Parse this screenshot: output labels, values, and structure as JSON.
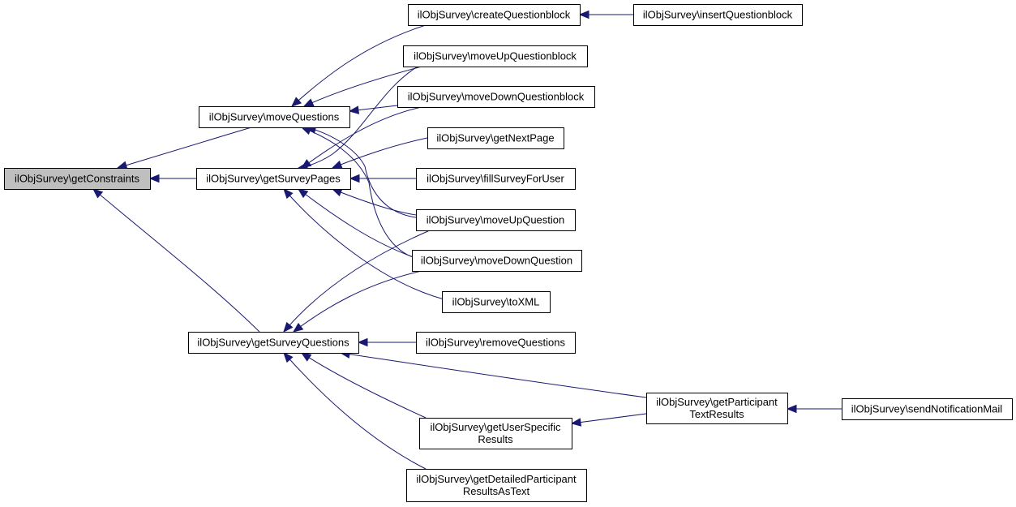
{
  "colors": {
    "edge": "#191970",
    "root_fill": "#bfbfbf",
    "node_fill": "#ffffff",
    "border": "#000000"
  },
  "nodes": {
    "getConstraints": {
      "lines": [
        "ilObjSurvey\\getConstraints"
      ],
      "root": true
    },
    "moveQuestions": {
      "lines": [
        "ilObjSurvey\\moveQuestions"
      ]
    },
    "getSurveyPages": {
      "lines": [
        "ilObjSurvey\\getSurveyPages"
      ]
    },
    "getSurveyQuestions": {
      "lines": [
        "ilObjSurvey\\getSurveyQuestions"
      ]
    },
    "createQuestionblock": {
      "lines": [
        "ilObjSurvey\\createQuestionblock"
      ]
    },
    "insertQuestionblock": {
      "lines": [
        "ilObjSurvey\\insertQuestionblock"
      ]
    },
    "moveUpQuestionblock": {
      "lines": [
        "ilObjSurvey\\moveUpQuestionblock"
      ]
    },
    "moveDownQuestionblock": {
      "lines": [
        "ilObjSurvey\\moveDownQuestionblock"
      ]
    },
    "getNextPage": {
      "lines": [
        "ilObjSurvey\\getNextPage"
      ]
    },
    "fillSurveyForUser": {
      "lines": [
        "ilObjSurvey\\fillSurveyForUser"
      ]
    },
    "moveUpQuestion": {
      "lines": [
        "ilObjSurvey\\moveUpQuestion"
      ]
    },
    "moveDownQuestion": {
      "lines": [
        "ilObjSurvey\\moveDownQuestion"
      ]
    },
    "toXML": {
      "lines": [
        "ilObjSurvey\\toXML"
      ]
    },
    "removeQuestions": {
      "lines": [
        "ilObjSurvey\\removeQuestions"
      ]
    },
    "getParticipantTextResults": {
      "lines": [
        "ilObjSurvey\\getParticipant",
        "TextResults"
      ]
    },
    "sendNotificationMail": {
      "lines": [
        "ilObjSurvey\\sendNotificationMail"
      ]
    },
    "getUserSpecificResults": {
      "lines": [
        "ilObjSurvey\\getUserSpecific",
        "Results"
      ]
    },
    "getDetailedParticipantResultsAsText": {
      "lines": [
        "ilObjSurvey\\getDetailedParticipant",
        "ResultsAsText"
      ]
    }
  },
  "edges": [
    {
      "from": "moveQuestions",
      "to": "getConstraints"
    },
    {
      "from": "getSurveyPages",
      "to": "getConstraints"
    },
    {
      "from": "getSurveyQuestions",
      "to": "getConstraints"
    },
    {
      "from": "createQuestionblock",
      "to": "moveQuestions"
    },
    {
      "from": "moveUpQuestionblock",
      "to": "moveQuestions"
    },
    {
      "from": "moveDownQuestionblock",
      "to": "moveQuestions"
    },
    {
      "from": "moveUpQuestion",
      "to": "moveQuestions"
    },
    {
      "from": "moveDownQuestion",
      "to": "moveQuestions"
    },
    {
      "from": "insertQuestionblock",
      "to": "createQuestionblock"
    },
    {
      "from": "moveUpQuestionblock",
      "to": "getSurveyPages"
    },
    {
      "from": "moveDownQuestionblock",
      "to": "getSurveyPages"
    },
    {
      "from": "getNextPage",
      "to": "getSurveyPages"
    },
    {
      "from": "fillSurveyForUser",
      "to": "getSurveyPages"
    },
    {
      "from": "moveUpQuestion",
      "to": "getSurveyPages"
    },
    {
      "from": "moveDownQuestion",
      "to": "getSurveyPages"
    },
    {
      "from": "toXML",
      "to": "getSurveyPages"
    },
    {
      "from": "moveUpQuestion",
      "to": "getSurveyQuestions"
    },
    {
      "from": "moveDownQuestion",
      "to": "getSurveyQuestions"
    },
    {
      "from": "removeQuestions",
      "to": "getSurveyQuestions"
    },
    {
      "from": "getParticipantTextResults",
      "to": "getSurveyQuestions"
    },
    {
      "from": "getUserSpecificResults",
      "to": "getSurveyQuestions"
    },
    {
      "from": "getDetailedParticipantResultsAsText",
      "to": "getSurveyQuestions"
    },
    {
      "from": "getUserSpecificResults",
      "to": "getParticipantTextResults"
    },
    {
      "from": "sendNotificationMail",
      "to": "getParticipantTextResults"
    }
  ]
}
